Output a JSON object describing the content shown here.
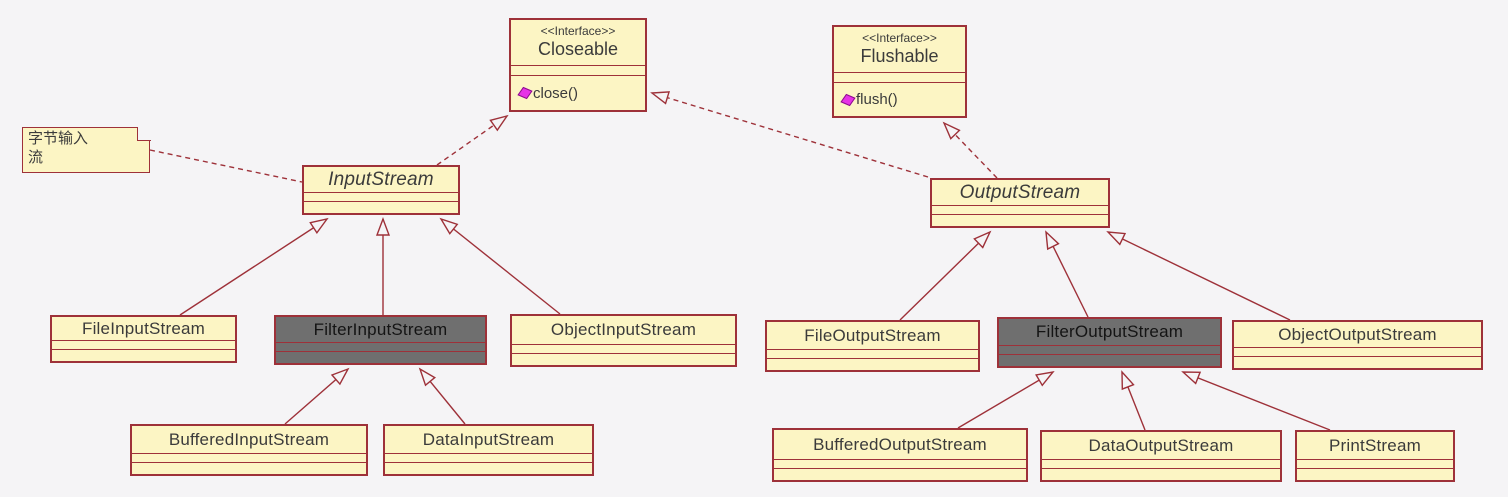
{
  "colors": {
    "box_fill": "#fcf5c4",
    "box_border": "#9e3139",
    "dark_fill": "#6f6f6f",
    "text": "#3b3b3b",
    "dark_text": "#141414",
    "method_icon": "#e632e6",
    "line": "#9e3139",
    "bg": "#f5f4f6"
  },
  "interfaces": {
    "closeable": {
      "stereotype": "<<Interface>>",
      "name": "Closeable",
      "method": "close()"
    },
    "flushable": {
      "stereotype": "<<Interface>>",
      "name": "Flushable",
      "method": "flush()"
    }
  },
  "note": {
    "line1": "字节输入",
    "line2": "流"
  },
  "abstracts": {
    "input_stream": "InputStream",
    "output_stream": "OutputStream"
  },
  "classes": {
    "file_input_stream": "FileInputStream",
    "filter_input_stream": "FilterInputStream",
    "object_input_stream": "ObjectInputStream",
    "buffered_input_stream": "BufferedInputStream",
    "data_input_stream": "DataInputStream",
    "file_output_stream": "FileOutputStream",
    "filter_output_stream": "FilterOutputStream",
    "object_output_stream": "ObjectOutputStream",
    "buffered_output_stream": "BufferedOutputStream",
    "data_output_stream": "DataOutputStream",
    "print_stream": "PrintStream"
  }
}
